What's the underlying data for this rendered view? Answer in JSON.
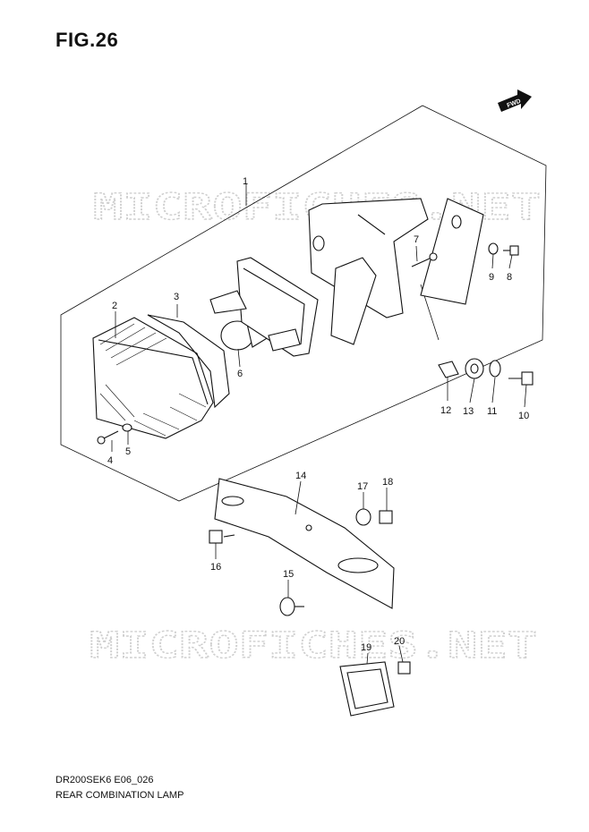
{
  "figure": {
    "title": "FIG.26",
    "model_code": "DR200SEK6 E06_026",
    "part_group": "REAR COMBINATION LAMP"
  },
  "watermark": {
    "text": "MICROFICHES.NET"
  },
  "fwd_badge": {
    "label": "FWD"
  },
  "callouts": [
    "1",
    "2",
    "3",
    "4",
    "5",
    "6",
    "7",
    "8",
    "9",
    "10",
    "11",
    "12",
    "13",
    "14",
    "15",
    "16",
    "17",
    "18",
    "19",
    "20"
  ]
}
